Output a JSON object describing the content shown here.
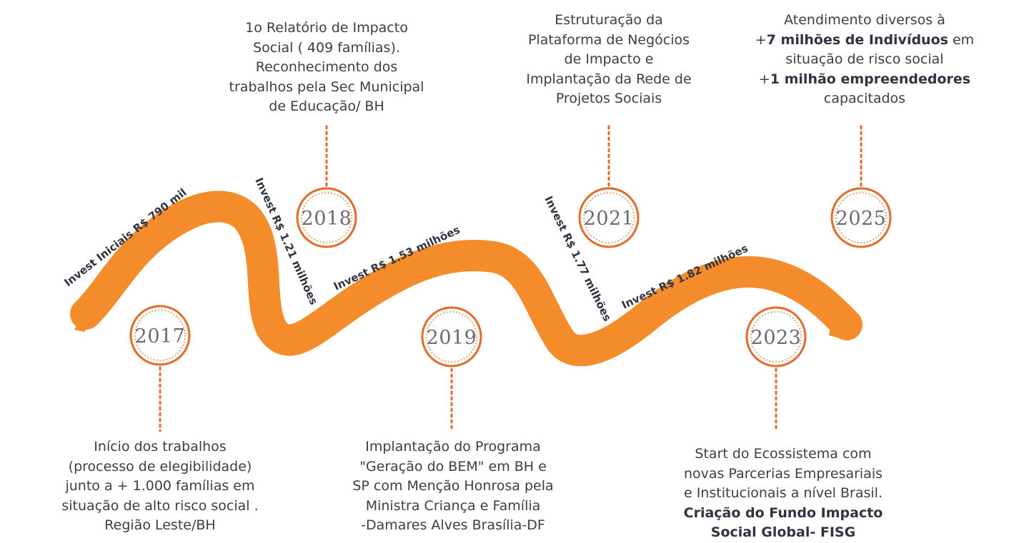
{
  "colors": {
    "river": "#f48c2c",
    "circle": "#e46a2a",
    "dots": "#e46a2a",
    "year_text": "#6a6a72",
    "invest_text": "#2f3440"
  },
  "milestones": [
    {
      "year": "2017",
      "lines": [
        "Início dos trabalhos",
        "(processo de elegibilidade)",
        " junto a + 1.000 famílias em",
        "situação de alto risco social .",
        "Região Leste/BH"
      ]
    },
    {
      "year": "2018",
      "lines": [
        "1o Relatório de Impacto",
        "Social ( 409 famílias).",
        "Reconhecimento dos",
        "trabalhos pela Sec Municipal",
        "de Educação/ BH"
      ]
    },
    {
      "year": "2019",
      "lines": [
        "Implantação do Programa",
        "\"Geração do BEM\" em BH e",
        "SP com Menção Honrosa pela",
        "Ministra Criança e Família",
        "-Damares Alves Brasília-DF"
      ]
    },
    {
      "year": "2021",
      "lines": [
        "Estruturação da",
        "Plataforma de Negócios",
        "de Impacto e",
        "Implantação da Rede de",
        "Projetos Sociais"
      ]
    },
    {
      "year": "2023",
      "lines": [
        "Start do Ecossistema com",
        "novas Parcerias Empresariais",
        "e Institucionais a nível Brasil."
      ],
      "bold_lines": [
        "Criação do Fundo Impacto",
        "Social Global- FISG"
      ]
    },
    {
      "year": "2025",
      "rich_lines": [
        {
          "pre": "Atendimento diversos à",
          "bold": "",
          "post": ""
        },
        {
          "pre": "+",
          "bold": "7 milhões de Indivíduos",
          "post": " em"
        },
        {
          "pre": "situação de risco social",
          "bold": "",
          "post": ""
        },
        {
          "pre": "+",
          "bold": "1 milhão empreendedores",
          "post": ""
        },
        {
          "pre": "capacitados",
          "bold": "",
          "post": ""
        }
      ]
    }
  ],
  "investments": [
    "Invest Iniciais  R$ 790 mil",
    "Invest R$ 1.21 milhões",
    "Invest R$ 1.53 milhões",
    "Invest R$ 1.77 milhões",
    "Invest R$ 1.82 milhões"
  ]
}
